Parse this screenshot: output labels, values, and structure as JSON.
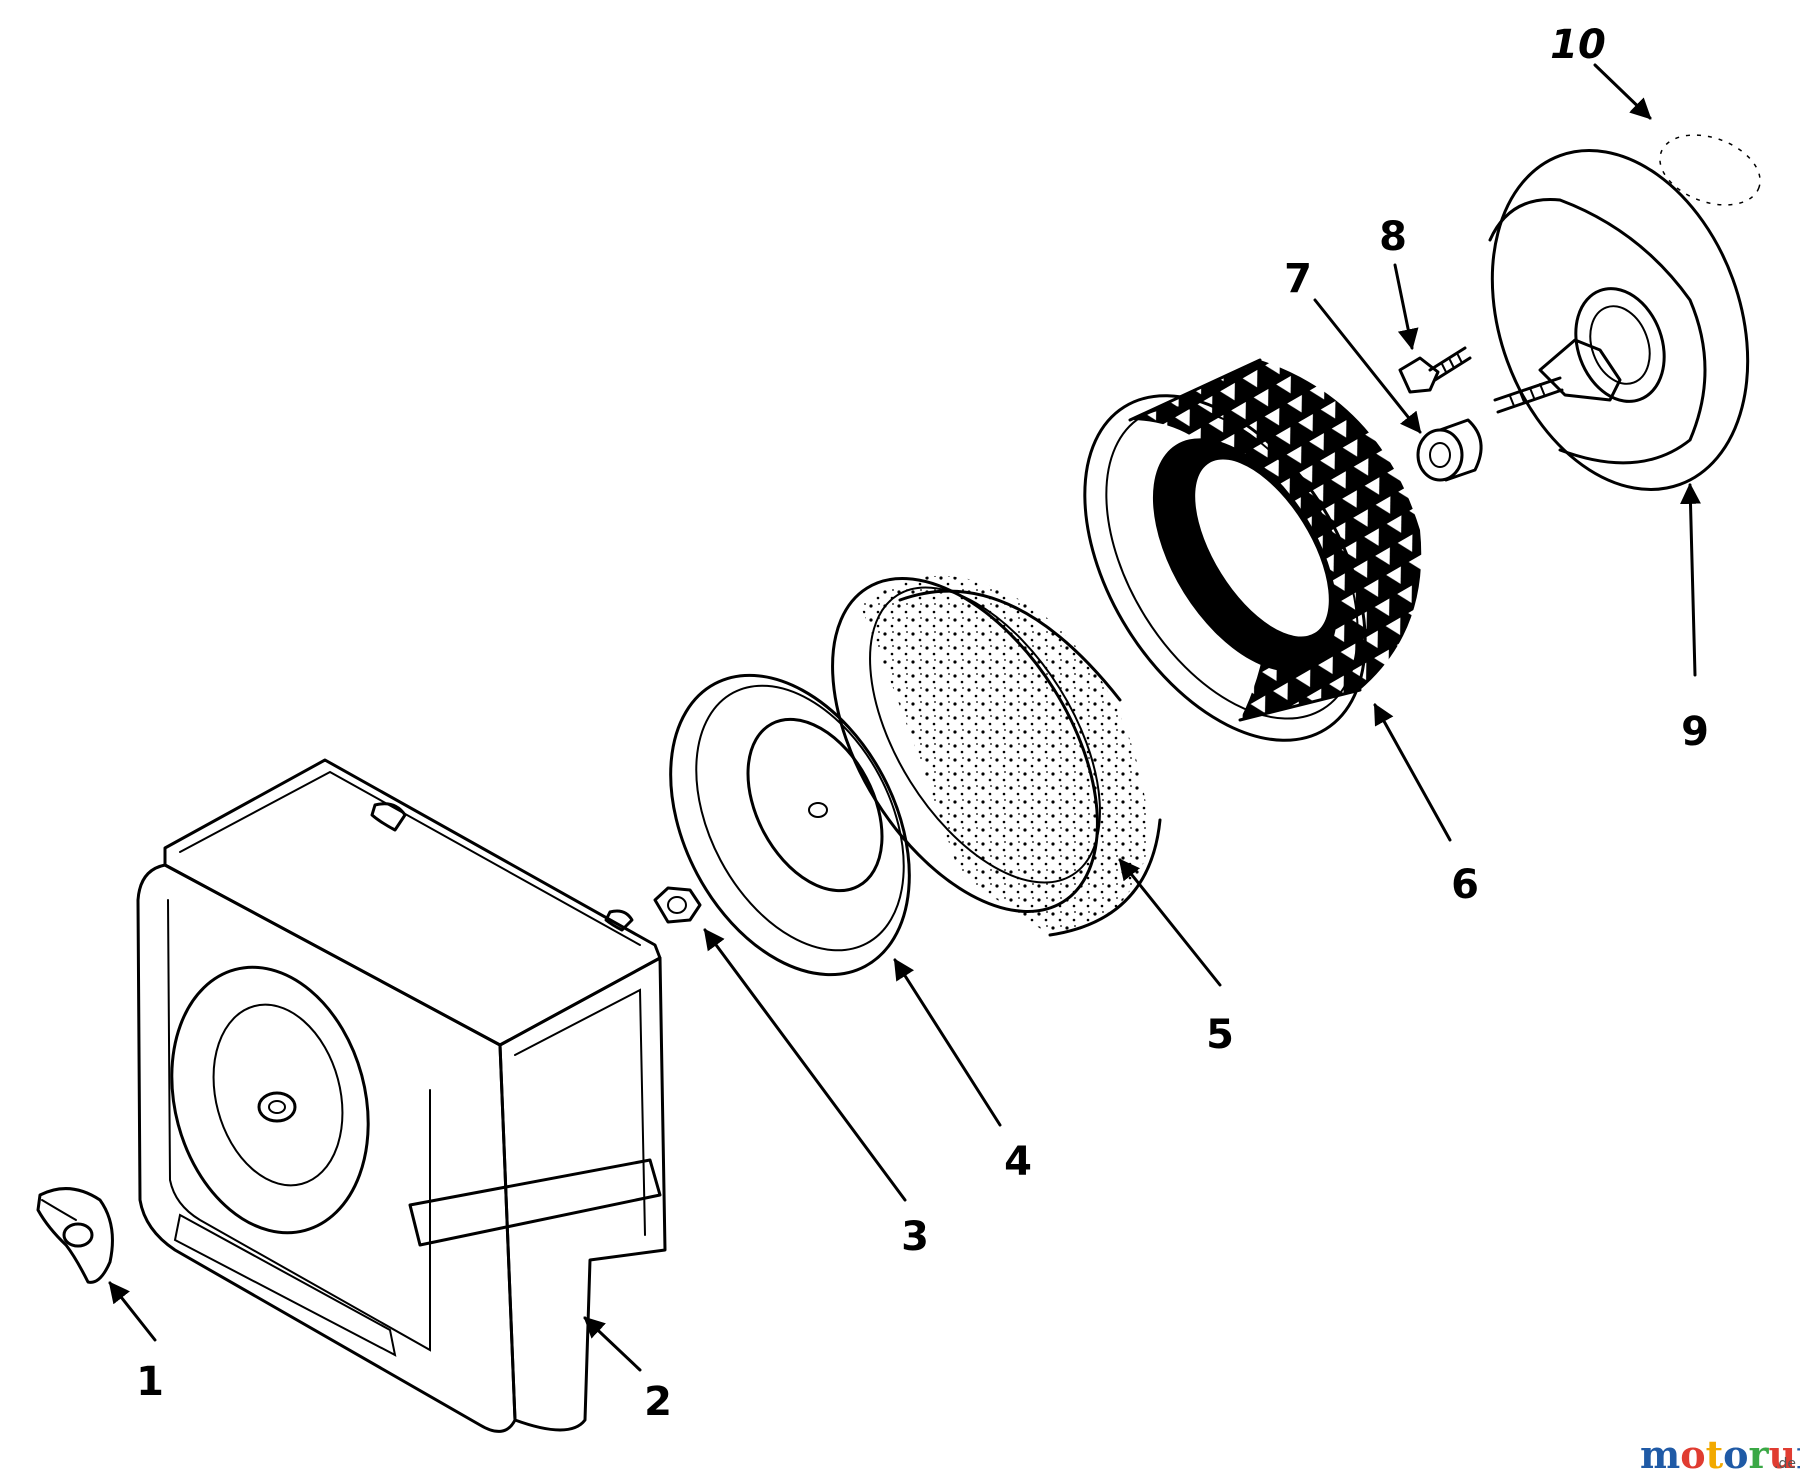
{
  "diagram": {
    "callouts": [
      {
        "id": "1",
        "text": "1"
      },
      {
        "id": "2",
        "text": "2"
      },
      {
        "id": "3",
        "text": "3"
      },
      {
        "id": "4",
        "text": "4"
      },
      {
        "id": "5",
        "text": "5"
      },
      {
        "id": "6",
        "text": "6"
      },
      {
        "id": "7",
        "text": "7"
      },
      {
        "id": "8",
        "text": "8"
      },
      {
        "id": "9",
        "text": "9"
      },
      {
        "id": "10",
        "text": "10"
      }
    ]
  },
  "watermark": {
    "letters": [
      "m",
      "o",
      "t",
      "o",
      "r",
      "u",
      "f"
    ],
    "colors": [
      "#1f5aa6",
      "#e03c31",
      "#f2a900",
      "#1f5aa6",
      "#3aa845",
      "#e03c31",
      "#1f5aa6"
    ],
    "suffix": ".de"
  }
}
